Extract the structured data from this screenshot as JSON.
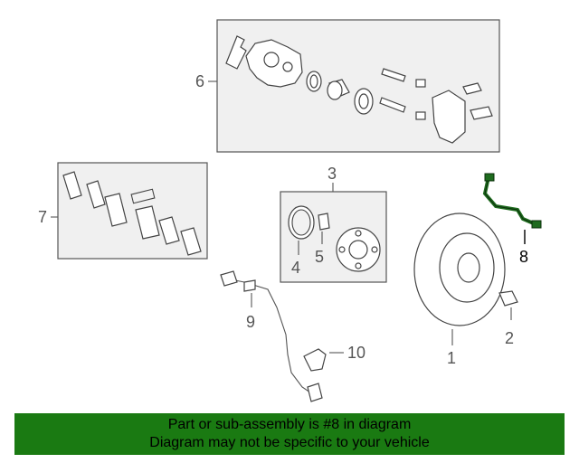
{
  "callouts": {
    "c1": "1",
    "c2": "2",
    "c3": "3",
    "c4": "4",
    "c5": "5",
    "c6": "6",
    "c7": "7",
    "c8": "8",
    "c9": "9",
    "c10": "10"
  },
  "highlight_color": "#1e6b1e",
  "banner": {
    "line1": "Part or sub-assembly is #8 in diagram",
    "line2": "Diagram may not be specific to your vehicle",
    "background": "#1a7a12"
  }
}
